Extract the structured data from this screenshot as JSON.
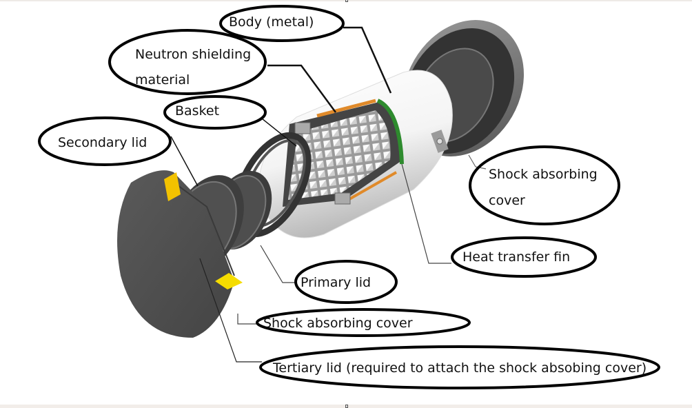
{
  "title": "Exploded view of a metal dry storage cask",
  "labels": {
    "body": "Body (metal)",
    "neutron_line1": "Neutron shielding",
    "neutron_line2": "material",
    "basket": "Basket",
    "secondary_lid": "Secondary lid",
    "shock_right_line1": "Shock absorbing",
    "shock_right_line2": "cover",
    "heat_fin": "Heat transfer fin",
    "primary_lid": "Primary lid",
    "shock_bottom": "Shock absorbing cover",
    "tertiary_lid": "Tertiary lid (required to attach the shock absobing cover)"
  },
  "colors": {
    "neutron_shielding": "#e08a2a",
    "heat_transfer_fin": "#2e8b2e",
    "lid_insert": "#f2c200",
    "lid_dark": "#505050",
    "body_metal": "#f2f2f2"
  }
}
